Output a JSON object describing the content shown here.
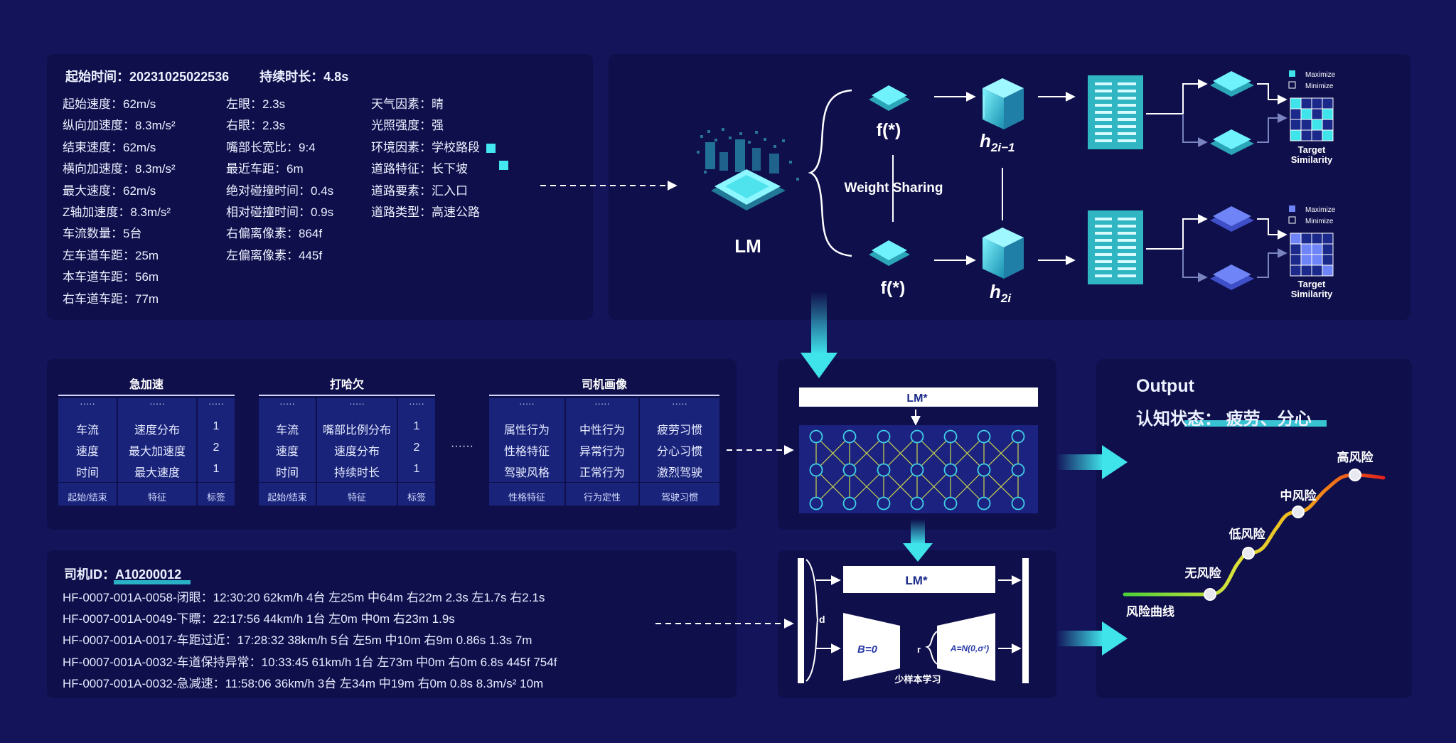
{
  "colors": {
    "background": "#13145a",
    "panel": "#0f0f4c",
    "cyan": "#44e6f0",
    "teal": "#2bbcc4",
    "blue": "#5b6ff0"
  },
  "trip_info": {
    "start_time": "起始时间：20231025022536",
    "duration": "持续时长：4.8s",
    "col1": [
      "起始速度：62m/s",
      "纵向加速度：8.3m/s²",
      "结束速度：62m/s",
      "横向加速度：8.3m/s²",
      "最大速度：62m/s",
      "Z轴加速度：8.3m/s²",
      "车流数量：5台",
      "左车道车距：25m",
      "本车道车距：56m",
      "右车道车距：77m"
    ],
    "col2": [
      "左眼：2.3s",
      "右眼：2.3s",
      "嘴部长宽比：9:4",
      "最近车距：6m",
      "绝对碰撞时间：0.4s",
      "相对碰撞时间：0.9s",
      "右偏离像素：864f",
      "左偏离像素：445f"
    ],
    "col3": [
      "天气因素：晴",
      "光照强度：强",
      "环境因素：学校路段",
      "道路特征：长下坡",
      "道路要素：汇入口",
      "道路类型：高速公路"
    ]
  },
  "contrastive": {
    "lm_label": "LM",
    "f_label": "f(*)",
    "weight_sharing": "Weight Sharing",
    "h_top": "h",
    "h_top_sub": "2i−1",
    "h_bottom": "h",
    "h_bottom_sub": "2i",
    "legend_max": "Maximize",
    "legend_min": "Minimize",
    "target_line1": "Target",
    "target_line2": "Similarity"
  },
  "tables": [
    {
      "title": "急加速",
      "dots": [
        "·····",
        "·····",
        "·····"
      ],
      "rows": [
        [
          "车流",
          "速度分布",
          "1"
        ],
        [
          "速度",
          "最大加速度",
          "2"
        ],
        [
          "时间",
          "最大速度",
          "1"
        ]
      ],
      "footer": [
        "起始/结束",
        "特征",
        "标签"
      ]
    },
    {
      "title": "打哈欠",
      "dots": [
        "·····",
        "·····",
        "·····"
      ],
      "rows": [
        [
          "车流",
          "嘴部比例分布",
          "1"
        ],
        [
          "速度",
          "速度分布",
          "2"
        ],
        [
          "时间",
          "持续时长",
          "1"
        ]
      ],
      "footer": [
        "起始/结束",
        "特征",
        "标签"
      ]
    },
    {
      "title": "司机画像",
      "dots": [
        "·····",
        "·····",
        "·····"
      ],
      "rows": [
        [
          "属性行为",
          "中性行为",
          "疲劳习惯"
        ],
        [
          "性格特征",
          "异常行为",
          "分心习惯"
        ],
        [
          "驾驶风格",
          "正常行为",
          "激烈驾驶"
        ]
      ],
      "footer": [
        "性格特征",
        "行为定性",
        "驾驶习惯"
      ]
    }
  ],
  "ellipsis": "······",
  "driver": {
    "id_label": "司机ID：A10200012",
    "records": [
      "HF-0007-001A-0058-闭眼：12:30:20  62km/h  4台  左25m  中64m  右22m  2.3s  左1.7s  右2.1s",
      "HF-0007-001A-0049-下瞟：22:17:56  44km/h  1台  左0m  中0m  右23m  1.9s",
      "HF-0007-001A-0017-车距过近：17:28:32  38km/h  5台  左5m  中10m  右9m  0.86s  1.3s  7m",
      "HF-0007-001A-0032-车道保持异常：10:33:45  61km/h  1台  左73m  中0m  右0m  6.8s  445f  754f",
      "HF-0007-001A-0032-急减速：11:58:06  36km/h  3台  左34m  中19m  右0m  0.8s  8.3m/s²  10m"
    ]
  },
  "model": {
    "lmstar": "LM*",
    "lmstar2": "LM*",
    "d_label": "d",
    "r_label": "r",
    "b_label": "B=0",
    "a_label": "A=N(0,σ²)",
    "fewshot": "少样本学习"
  },
  "output": {
    "title": "Output",
    "state": "认知状态：  疲劳、分心",
    "risk_curve_label": "风险曲线",
    "levels": [
      "无风险",
      "低风险",
      "中风险",
      "高风险"
    ]
  }
}
